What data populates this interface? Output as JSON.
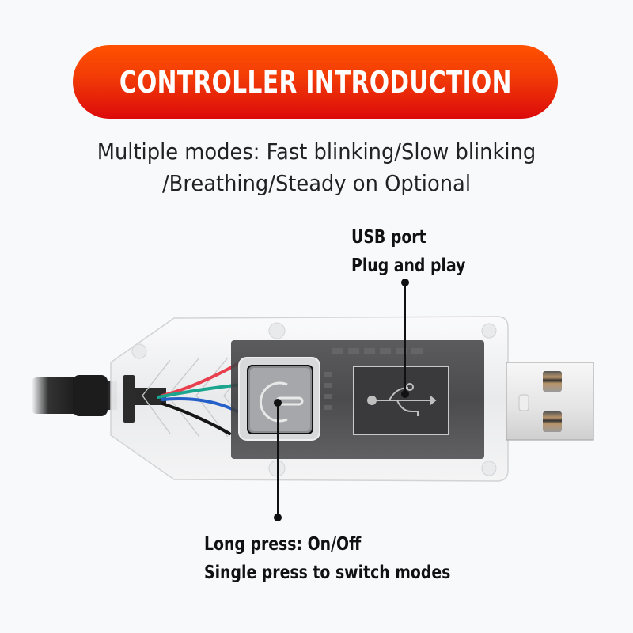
{
  "banner": {
    "title": "CONTROLLER INTRODUCTION",
    "gradient_top": "#ff5200",
    "gradient_bottom": "#dc0a0a"
  },
  "subtitle": {
    "line1": "Multiple modes: Fast blinking/Slow blinking",
    "line2": "/Breathing/Steady on Optional"
  },
  "callouts": {
    "usb_port": {
      "line1": "USB port",
      "line2": "Plug and play"
    },
    "button": {
      "line1": "Long press: On/Off",
      "line2": "Single press to switch modes"
    }
  },
  "device": {
    "wire_colors": [
      "#e8404f",
      "#1aa58f",
      "#2560c8",
      "#111111"
    ],
    "icons": [
      "power-icon",
      "usb-icon"
    ]
  },
  "background": "#f8f9fb"
}
